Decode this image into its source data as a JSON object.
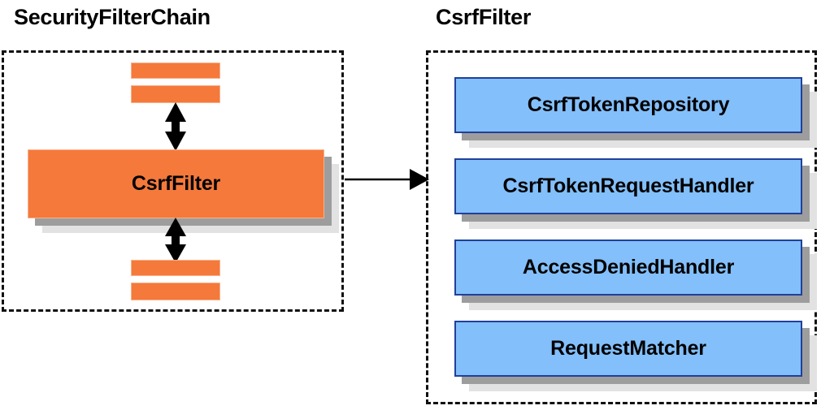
{
  "diagram": {
    "panels": [
      {
        "id": "security-filter-chain",
        "title": "SecurityFilterChain",
        "filter_box_label": "CsrfFilter",
        "bars": [
          "",
          "",
          "",
          ""
        ]
      },
      {
        "id": "csrf-filter",
        "title": "CsrfFilter",
        "components": [
          {
            "label": "CsrfTokenRepository"
          },
          {
            "label": "CsrfTokenRequestHandler"
          },
          {
            "label": "AccessDeniedHandler"
          },
          {
            "label": "RequestMatcher"
          }
        ]
      }
    ],
    "connectors": [
      {
        "name": "csrffilter-to-detail",
        "type": "single-arrow-right"
      },
      {
        "name": "chain-above-csrffilter",
        "type": "double-arrow-vertical"
      },
      {
        "name": "chain-below-csrffilter",
        "type": "double-arrow-vertical"
      }
    ],
    "colors": {
      "orange_fill": "#f4793b",
      "orange_border": "#f9b08b",
      "blue_fill": "#83bffa",
      "blue_border": "#20409a",
      "shadow_dark": "#9d9d9d",
      "shadow_light": "#e2e2e2",
      "outline": "#111111",
      "text": "#000000",
      "background": "#ffffff"
    }
  }
}
